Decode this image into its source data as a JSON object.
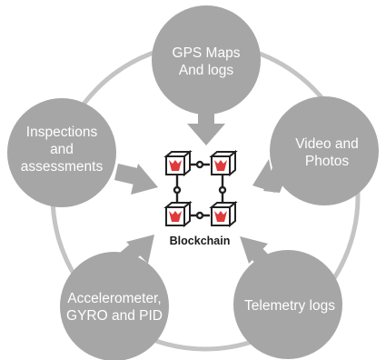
{
  "center": {
    "label": "Blockchain",
    "icon": "blockchain-icon"
  },
  "nodes": [
    {
      "id": "gps",
      "lines": [
        "GPS Maps",
        "And logs"
      ]
    },
    {
      "id": "video",
      "lines": [
        "Video and",
        "Photos"
      ]
    },
    {
      "id": "telemetry",
      "lines": [
        "Telemetry logs"
      ]
    },
    {
      "id": "accel",
      "lines": [
        "Accelerometer,",
        "GYRO and PID"
      ]
    },
    {
      "id": "inspections",
      "lines": [
        "Inspections",
        "and",
        "assessments"
      ]
    }
  ],
  "colors": {
    "node_fill": "#a6a6a6",
    "ring_stroke": "#c4c4c4",
    "arrow_fill": "#a6a6a6",
    "node_text": "#ffffff",
    "block_accent": "#e03a3a",
    "block_outline": "#222222"
  }
}
